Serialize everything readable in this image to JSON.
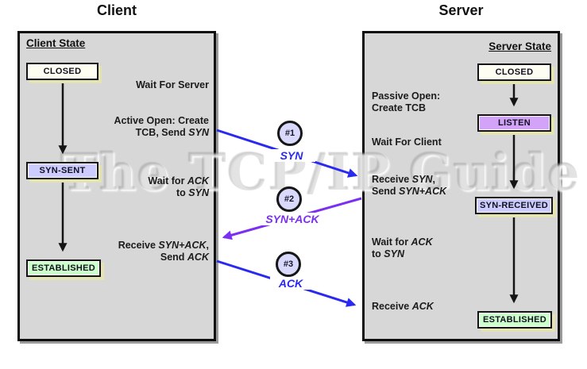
{
  "watermark": "The TCP/IP Guide",
  "client": {
    "title": "Client",
    "state_header": "Client State",
    "states": [
      {
        "label": "CLOSED"
      },
      {
        "label": "SYN-SENT"
      },
      {
        "label": "ESTABLISHED"
      }
    ],
    "annotations": {
      "wait_server": "Wait For Server",
      "active_open_line1": "Active Open: Create",
      "active_open_line2_pre": "TCB, Send ",
      "active_open_line2_italic": "SYN",
      "wait_ack_line1_pre": "Wait for ",
      "wait_ack_line1_italic": "ACK",
      "wait_ack_line2_pre": "to ",
      "wait_ack_line2_italic": "SYN",
      "receive_line1_pre": "Receive ",
      "receive_line1_italic": "SYN+ACK",
      "receive_line1_post": ",",
      "receive_line2_pre": "Send ",
      "receive_line2_italic": "ACK"
    }
  },
  "server": {
    "title": "Server",
    "state_header": "Server State",
    "states": [
      {
        "label": "CLOSED"
      },
      {
        "label": "LISTEN"
      },
      {
        "label": "SYN-RECEIVED"
      },
      {
        "label": "ESTABLISHED"
      }
    ],
    "annotations": {
      "passive_line1": "Passive Open:",
      "passive_line2": "Create TCB",
      "wait_client": "Wait For Client",
      "receive_syn_line1_pre": "Receive ",
      "receive_syn_line1_italic": "SYN",
      "receive_syn_line1_post": ",",
      "receive_syn_line2_pre": "Send ",
      "receive_syn_line2_italic": "SYN+ACK",
      "wait_ack_line1_pre": "Wait for ",
      "wait_ack_line1_italic": "ACK",
      "wait_ack_line2_pre": "to ",
      "wait_ack_line2_italic": "SYN",
      "receive_ack_pre": "Receive ",
      "receive_ack_italic": "ACK"
    }
  },
  "messages": [
    {
      "num": "#1",
      "label": "SYN"
    },
    {
      "num": "#2",
      "label": "SYN+ACK"
    },
    {
      "num": "#3",
      "label": "ACK"
    }
  ],
  "colors": {
    "panel_bg": "#d7d7d7",
    "closed_fill": "#fdfdf2",
    "syn_state_fill": "#ccccff",
    "listen_fill": "#d2a3f8",
    "established_fill": "#ccffcc",
    "circle_fill": "#d9d9fb",
    "box_shadow": "#e3e3b4",
    "blue_arrow": "#2929f0",
    "purple_arrow": "#7b2ff2",
    "black_arrow": "#141414"
  }
}
